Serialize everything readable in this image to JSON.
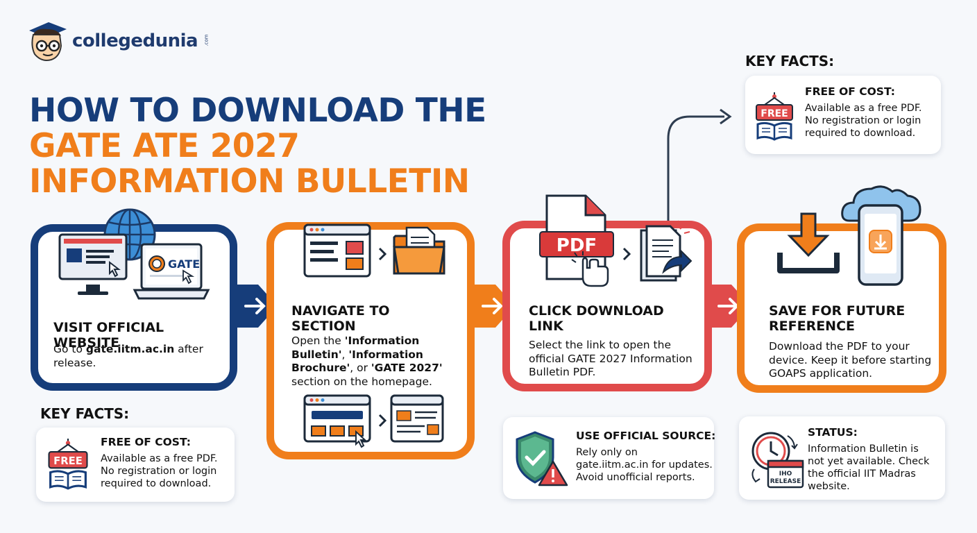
{
  "brand": {
    "name": "collegedunia",
    "tld": ".com"
  },
  "title": {
    "line1": "HOW TO DOWNLOAD THE",
    "line2": "GATE ATE 2027",
    "line3": "INFORMATION BULLETIN"
  },
  "steps": [
    {
      "heading": "VISIT OFFICIAL WEBSITE",
      "body_prefix": "Go to ",
      "body_link": "gate.iitm.ac.in",
      "body_suffix": " after release.",
      "icon_label": "GATE"
    },
    {
      "heading_1": "NAVIGATE TO",
      "heading_2": "SECTION",
      "body_1": "Open the ",
      "body_b1": "'Information Bulletin'",
      "body_2": ", ",
      "body_b2": "'Information Brochure'",
      "body_3": ", or ",
      "body_b3": "'GATE 2027'",
      "body_4": " section on the homepage."
    },
    {
      "heading_1": "CLICK DOWNLOAD",
      "heading_2": "LINK",
      "body": "Select the link to open the official GATE 2027 Information Bulletin PDF.",
      "icon_label": "PDF"
    },
    {
      "heading_1": "SAVE FOR FUTURE",
      "heading_2": "REFERENCE",
      "body": "Download the PDF to your device. Keep it before starting GOAPS application."
    }
  ],
  "key_facts_label": "KEY FACTS:",
  "facts": {
    "free_top": {
      "title": "FREE OF COST:",
      "line1": "Available as a free PDF.",
      "line2": "No registration or login",
      "line3": "required to download.",
      "badge": "FREE"
    },
    "free_bottom": {
      "title": "FREE OF COST:",
      "line1": "Available as a free PDF.",
      "line2": "No registration or login",
      "line3": "required to download.",
      "badge": "FREE"
    },
    "official_source": {
      "title": "USE OFFICIAL SOURCE:",
      "line1": "Rely only on",
      "line2": "gate.iitm.ac.in for updates.",
      "line3": "Avoid unofficial reports."
    },
    "status": {
      "title": "STATUS:",
      "line1": "Information Bulletin is",
      "line2": "not yet available. Check",
      "line3": "the official IIT Madras",
      "line4": "website.",
      "badge_1": "IHO",
      "badge_2": "RELEASE"
    }
  },
  "colors": {
    "navy": "#163d7a",
    "orange": "#f07e1b",
    "red": "#e04b4b",
    "dark": "#2e3d50"
  }
}
